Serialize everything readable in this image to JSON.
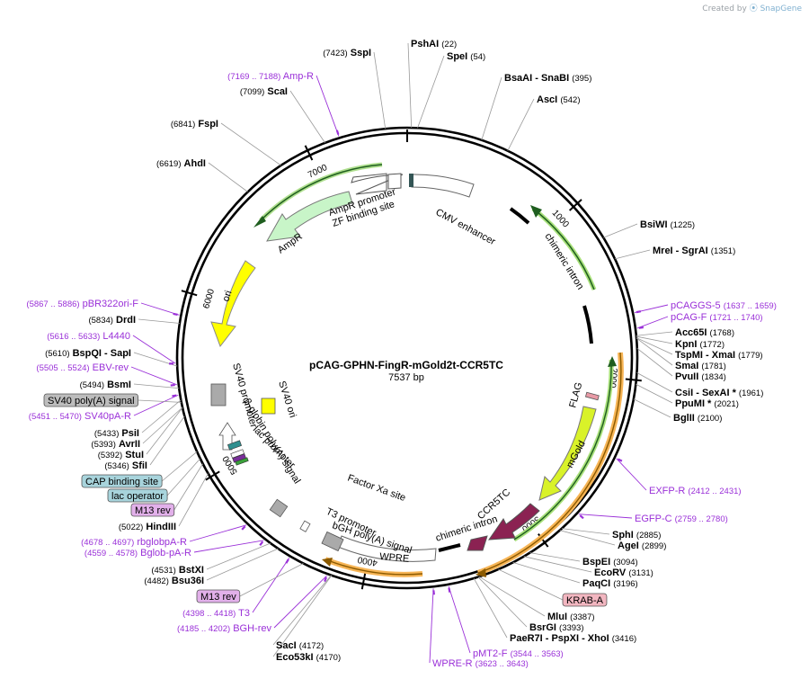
{
  "credit": {
    "prefix": "Created by",
    "brand": "SnapGene"
  },
  "plasmid": {
    "name": "pCAG-GPHN-FingR-mGold2t-CCR5TC",
    "length_label": "7537 bp",
    "length": 7537
  },
  "colors": {
    "enzyme": "#000000",
    "primer": "#9a30d8",
    "text_primer": "#9a30d8",
    "ring": "#000000"
  },
  "scale_ticks": [
    {
      "pos": 1000,
      "label": "1000"
    },
    {
      "pos": 2000,
      "label": "2000"
    },
    {
      "pos": 3000,
      "label": "3000"
    },
    {
      "pos": 4000,
      "label": "4000"
    },
    {
      "pos": 5000,
      "label": "5000"
    },
    {
      "pos": 6000,
      "label": "6000"
    },
    {
      "pos": 7000,
      "label": "7000"
    }
  ],
  "enzymes": [
    {
      "name": "PshAI",
      "pos": "(22)",
      "bp": 22
    },
    {
      "name": "SpeI",
      "pos": "(54)",
      "bp": 54
    },
    {
      "name": "BsaAI  -  SnaBI",
      "pos": "(395)",
      "bp": 395
    },
    {
      "name": "AscI",
      "pos": "(542)",
      "bp": 542
    },
    {
      "name": "BsiWI",
      "pos": "(1225)",
      "bp": 1225
    },
    {
      "name": "MreI  -  SgrAI",
      "pos": "(1351)",
      "bp": 1351
    },
    {
      "name": "Acc65I",
      "pos": "(1768)",
      "bp": 1768
    },
    {
      "name": "KpnI",
      "pos": "(1772)",
      "bp": 1772
    },
    {
      "name": "TspMI  -  XmaI",
      "pos": "(1779)",
      "bp": 1779
    },
    {
      "name": "SmaI",
      "pos": "(1781)",
      "bp": 1781
    },
    {
      "name": "PvuII",
      "pos": "(1834)",
      "bp": 1834
    },
    {
      "name": "CsiI  -  SexAI *",
      "pos": "(1961)",
      "bp": 1961
    },
    {
      "name": "PpuMI *",
      "pos": "(2021)",
      "bp": 2021
    },
    {
      "name": "BglII",
      "pos": "(2100)",
      "bp": 2100
    },
    {
      "name": "SphI",
      "pos": "(2885)",
      "bp": 2885
    },
    {
      "name": "AgeI",
      "pos": "(2899)",
      "bp": 2899
    },
    {
      "name": "BspEI",
      "pos": "(3094)",
      "bp": 3094
    },
    {
      "name": "EcoRV",
      "pos": "(3131)",
      "bp": 3131
    },
    {
      "name": "PaqCI",
      "pos": "(3196)",
      "bp": 3196
    },
    {
      "name": "MluI",
      "pos": "(3387)",
      "bp": 3387
    },
    {
      "name": "BsrGI",
      "pos": "(3393)",
      "bp": 3393
    },
    {
      "name": "PaeR7I  -  PspXI  -  XhoI",
      "pos": "(3416)",
      "bp": 3416
    },
    {
      "name": "SacI",
      "pos": "(4172)",
      "bp": 4172
    },
    {
      "name": "Eco53kI",
      "pos": "(4170)",
      "bp": 4170
    },
    {
      "name": "Bsu36I",
      "pos": "(4482)",
      "bp": 4482
    },
    {
      "name": "BstXI",
      "pos": "(4531)",
      "bp": 4531
    },
    {
      "name": "HindIII",
      "pos": "(5022)",
      "bp": 5022
    },
    {
      "name": "SfiI",
      "pos": "(5346)",
      "bp": 5346
    },
    {
      "name": "StuI",
      "pos": "(5392)",
      "bp": 5392
    },
    {
      "name": "AvrII",
      "pos": "(5393)",
      "bp": 5393
    },
    {
      "name": "PsiI",
      "pos": "(5433)",
      "bp": 5433
    },
    {
      "name": "BsmI",
      "pos": "(5494)",
      "bp": 5494
    },
    {
      "name": "BspQI  -  SapI",
      "pos": "(5610)",
      "bp": 5610
    },
    {
      "name": "DrdI",
      "pos": "(5834)",
      "bp": 5834
    },
    {
      "name": "AhdI",
      "pos": "(6619)",
      "bp": 6619
    },
    {
      "name": "FspI",
      "pos": "(6841)",
      "bp": 6841
    },
    {
      "name": "ScaI",
      "pos": "(7099)",
      "bp": 7099
    },
    {
      "name": "SspI",
      "pos": "(7423)",
      "bp": 7423
    }
  ],
  "primers": [
    {
      "name": "Amp-R",
      "range": "(7169 .. 7188)",
      "bp": 7178
    },
    {
      "name": "pCAGGS-5",
      "range": "(1637 .. 1659)",
      "bp": 1648
    },
    {
      "name": "pCAG-F",
      "range": "(1721 .. 1740)",
      "bp": 1730
    },
    {
      "name": "EXFP-R",
      "range": "(2412 .. 2431)",
      "bp": 2421
    },
    {
      "name": "EGFP-C",
      "range": "(2759 .. 2780)",
      "bp": 2770
    },
    {
      "name": "pMT2-F",
      "range": "(3544 .. 3563)",
      "bp": 3553
    },
    {
      "name": "WPRE-R",
      "range": "(3623 .. 3643)",
      "bp": 3633
    },
    {
      "name": "BGH-rev",
      "range": "(4185 .. 4202)",
      "bp": 4193
    },
    {
      "name": "T3",
      "range": "(4398 .. 4418)",
      "bp": 4408
    },
    {
      "name": "Bglob-pA-R",
      "range": "(4559 .. 4578)",
      "bp": 4568
    },
    {
      "name": "rbglobpA-R",
      "range": "(4678 .. 4697)",
      "bp": 4688
    },
    {
      "name": "L4440",
      "range": "(5616 .. 5633)",
      "bp": 5624
    },
    {
      "name": "EBV-rev",
      "range": "(5505 .. 5524)",
      "bp": 5514
    },
    {
      "name": "SV40pA-R",
      "range": "(5451 .. 5470)",
      "bp": 5460
    },
    {
      "name": "pBR322ori-F",
      "range": "(5867 .. 5886)",
      "bp": 5876
    }
  ],
  "boxed_features": [
    {
      "name": "SV40 poly(A) signal",
      "fill": "#bdbdbd"
    },
    {
      "name": "CAP binding site",
      "fill": "#a8d4dc"
    },
    {
      "name": "lac operator",
      "fill": "#a8d4dc"
    },
    {
      "name": "M13 rev",
      "fill": "#e2b0ea"
    },
    {
      "name": "M13 rev",
      "fill": "#e2b0ea"
    },
    {
      "name": "KRAB-A",
      "fill": "#f2b6c0"
    }
  ],
  "feature_labels": [
    "CMV enhancer",
    "AmpR promoter",
    "ZF binding site",
    "AmpR",
    "ori",
    "chimeric intron",
    "FLAG",
    "mGold",
    "CCR5TC",
    "chimeric intron",
    "WPRE",
    "bGH poly(A) signal",
    "T3 promoter",
    "Factor Xa site",
    "SV40 ori",
    "SV40 promoter",
    "β-globin poly(A) signal",
    "lac promoter"
  ]
}
